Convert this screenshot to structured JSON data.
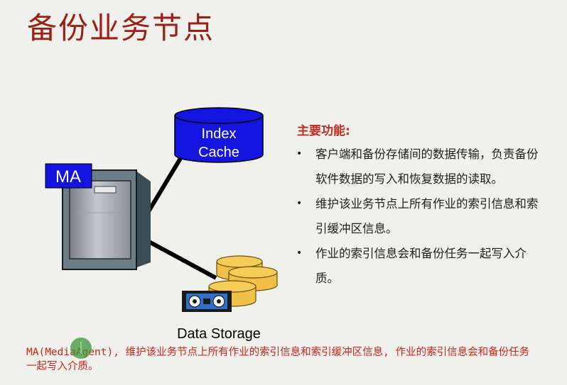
{
  "title": "备份业务节点",
  "diagram": {
    "ma_label": "MA",
    "index_cache_line1": "Index",
    "index_cache_line2": "Cache",
    "data_storage_label": "Data Storage"
  },
  "functions": {
    "heading": "主要功能:",
    "bullet_symbol": "•",
    "items": [
      "客户端和备份存储间的数据传输，负责备份软件数据的写入和恢复数据的读取。",
      "维护该业务节点上所有作业的索引信息和索引缓冲区信息。",
      "作业的索引信息会和备份任务一起写入介质。"
    ]
  },
  "caption": "MA(MediaAgent), 维护该业务节点上所有作业的索引信息和索引缓冲区信息, 作业的索引信息会和备份任务一起写入介质。",
  "colors": {
    "title": "#9c1f16",
    "heading": "#c0301f",
    "caption": "#d0241c",
    "cylinder": "#1414e0",
    "storage_disk": "#f0c048"
  }
}
